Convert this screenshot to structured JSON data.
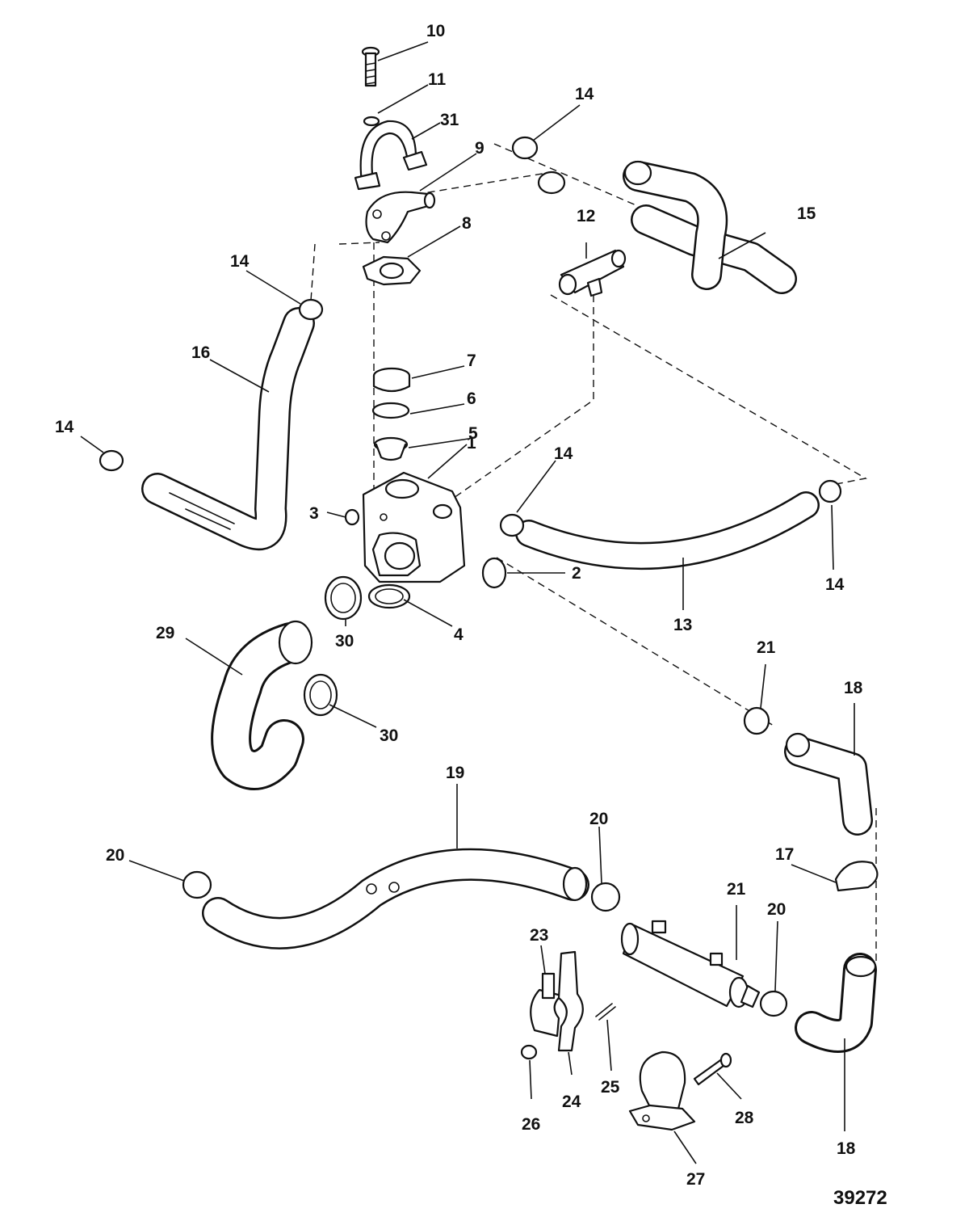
{
  "figure_number": "39272",
  "callouts": {
    "c1": "1",
    "c2": "2",
    "c3": "3",
    "c4": "4",
    "c5": "5",
    "c6": "6",
    "c7": "7",
    "c8": "8",
    "c9": "9",
    "c10": "10",
    "c11": "11",
    "c12": "12",
    "c13": "13",
    "c14a": "14",
    "c14b": "14",
    "c14c": "14",
    "c14d": "14",
    "c14e": "14",
    "c15": "15",
    "c16": "16",
    "c17": "17",
    "c18a": "18",
    "c18b": "18",
    "c19": "19",
    "c20a": "20",
    "c20b": "20",
    "c20c": "20",
    "c21a": "21",
    "c21b": "21",
    "c23": "23",
    "c24": "24",
    "c25": "25",
    "c26": "26",
    "c27": "27",
    "c28": "28",
    "c29": "29",
    "c30a": "30",
    "c30b": "30",
    "c31": "31"
  }
}
